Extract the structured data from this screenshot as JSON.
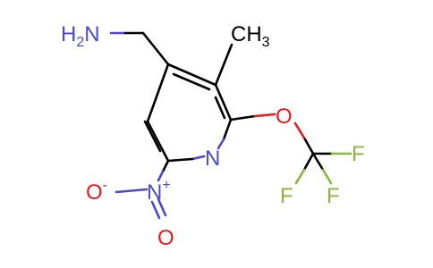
{
  "molecule": {
    "colors": {
      "bond": "#000000",
      "nitrogen": "#4a4ad0",
      "oxygen": "#e41a1c",
      "fluorine": "#8ab63c"
    },
    "labels": {
      "amine": {
        "main": "H",
        "sub": "2",
        "tail": "N"
      },
      "methyl": {
        "main": "CH",
        "sub": "3"
      },
      "ring_nitrogen": "N",
      "ether_oxygen": "O",
      "fluorine_top": "F",
      "fluorine_left": "F",
      "fluorine_right": "F",
      "nitro_nitrogen": {
        "main": "N",
        "charge": "+"
      },
      "nitro_oxygen_left": {
        "main": "O",
        "charge": "-"
      },
      "nitro_oxygen_bottom": "O"
    }
  }
}
